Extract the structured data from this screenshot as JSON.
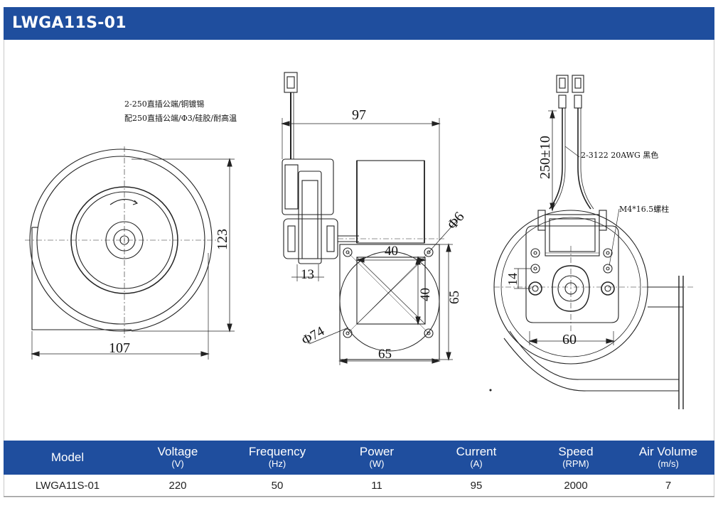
{
  "title": "LWGA11S-01",
  "drawing": {
    "note_terminal_1": "2-250直插公端/铜镀锡",
    "note_terminal_2": "配250直插公端/Φ3/硅胶/耐高温",
    "note_wire": "2-3122 20AWG 黑色",
    "note_stud": "M4*16.5螺柱",
    "dims": {
      "width_107": "107",
      "height_123": "123",
      "depth_97": "97",
      "hole_6": "Φ6",
      "spacing_40_h": "40",
      "spacing_40_v": "40",
      "side_65_v": "65",
      "side_65_h": "65",
      "circle_74": "Φ74",
      "shaft_13": "13",
      "lead_250": "250±10",
      "offset_14": "14",
      "width_60": "60"
    }
  },
  "table": {
    "headers": [
      {
        "label": "Model",
        "unit": ""
      },
      {
        "label": "Voltage",
        "unit": "(V)"
      },
      {
        "label": "Frequency",
        "unit": "(Hz)"
      },
      {
        "label": "Power",
        "unit": "(W)"
      },
      {
        "label": "Current",
        "unit": "(A)"
      },
      {
        "label": "Speed",
        "unit": "(RPM)"
      },
      {
        "label": "Air Volume",
        "unit": "(m/s)"
      }
    ],
    "rows": [
      [
        "LWGA11S-01",
        "220",
        "50",
        "11",
        "95",
        "2000",
        "7"
      ]
    ]
  },
  "colors": {
    "header_blue": "#1f4e9e",
    "line": "#222222"
  }
}
